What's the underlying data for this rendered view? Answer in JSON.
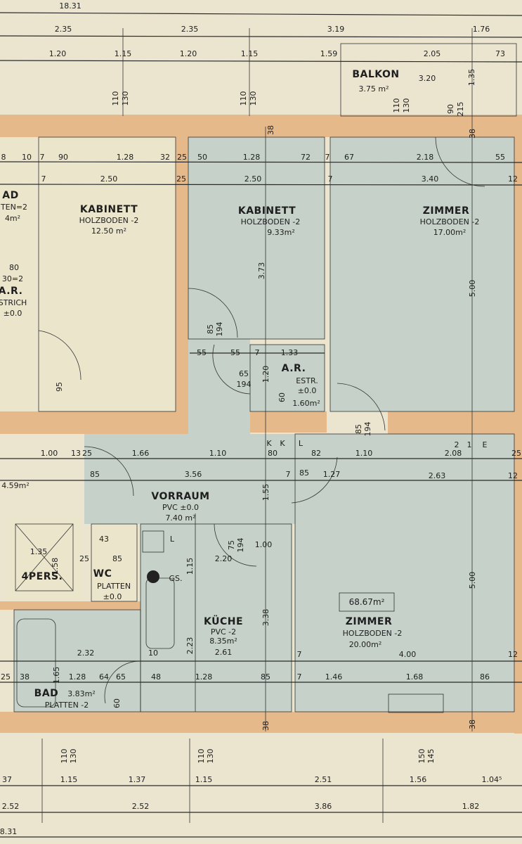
{
  "colors": {
    "paper": "#ebe5d0",
    "wall": "#e6b98b",
    "room_blue": "#c5d1c9",
    "room_cream": "#ebe5cc",
    "ink": "#1e1e1e"
  },
  "rooms": {
    "kabinett_left": {
      "name": "KABINETT",
      "floor": "HOLZBODEN -2",
      "area": "12.50 m²"
    },
    "kabinett_mid": {
      "name": "KABINETT",
      "floor": "HOLZBODEN -2",
      "area": "9.33m²"
    },
    "zimmer_top": {
      "name": "ZIMMER",
      "floor": "HOLZBODEN -2",
      "area": "17.00m²"
    },
    "balkon": {
      "name": "BALKON",
      "area": "3.75 m²"
    },
    "ar_mid": {
      "name": "A.R.",
      "floor": "ESTR.",
      "level": "±0.0",
      "area": "1.60m²"
    },
    "vorraum": {
      "name": "VORRAUM",
      "floor": "PVC ±0.0",
      "area": "7.40 m²"
    },
    "kueche": {
      "name": "KÜCHE",
      "floor": "PVC -2",
      "area": "8.35m²",
      "width": "2.61"
    },
    "zimmer_bottom": {
      "name": "ZIMMER",
      "floor": "HOLZBODEN -2",
      "area": "20.00m²"
    },
    "total": "68.67m²",
    "wc": {
      "name": "WC",
      "floor": "PLATTEN",
      "level": "±0.0"
    },
    "bad": {
      "name": "BAD",
      "area": "3.83m²",
      "floor": "PLATTEN -2"
    },
    "lift": "4PERS.",
    "bad_left": {
      "name": "AD",
      "floor": "TEN=2",
      "area": "4m²"
    },
    "ar_left": {
      "val": "80",
      "v2": "30=2",
      "name": "A.R.",
      "floor": "STRICH",
      "level": "±0.0"
    },
    "area_left": "4.59m²"
  },
  "marks": {
    "gs": "GS.",
    "l1": "L",
    "k1": "K",
    "k2": "K",
    "l2": "L",
    "n2": "2",
    "n1": "1",
    "e": "E"
  },
  "dims": {
    "total_top": "18.31",
    "r1": [
      "2.35",
      "2.35",
      "3.19",
      "1.76"
    ],
    "r2": [
      "1.20",
      "1.15",
      "1.20",
      "1.15",
      "1.59",
      "2.05",
      "73"
    ],
    "balkon": [
      "3.20",
      "1.35"
    ],
    "windows_top": [
      "110",
      "130",
      "110",
      "130",
      "110",
      "130",
      "90",
      "215",
      "38",
      "38"
    ],
    "r3": [
      "8",
      "10",
      "7",
      "90",
      "1.28",
      "32",
      "25",
      "50",
      "1.28",
      "72",
      "7",
      "67",
      "2.18",
      "55"
    ],
    "r4": [
      "7",
      "2.50",
      "25",
      "2.50",
      "7",
      "3.40",
      "12"
    ],
    "v1": [
      "3.73",
      "5.00",
      "85",
      "194"
    ],
    "r5": [
      "55",
      "55",
      "7",
      "1.33",
      "1.20",
      "60",
      "65",
      "194",
      "85",
      "194",
      "95"
    ],
    "r6": [
      "1.00",
      "13",
      "25",
      "1.66",
      "1.10",
      "80",
      "82",
      "1.10",
      "2.08",
      "25"
    ],
    "r7": [
      "85",
      "3.56",
      "1.55",
      "7",
      "85",
      "1.27",
      "2.63",
      "12"
    ],
    "r8": [
      "43",
      "75",
      "194",
      "1.00",
      "1.15",
      "2.20",
      "1.35",
      "1.58",
      "25",
      "85"
    ],
    "r9": [
      "5.00",
      "3.38",
      "2.23",
      "2.32",
      "10",
      "7",
      "4.00",
      "12",
      "1.65"
    ],
    "r10": [
      "25",
      "38",
      "1.28",
      "64",
      "65",
      "48",
      "1.28",
      "85",
      "7",
      "1.46",
      "1.68",
      "86",
      "60"
    ],
    "windows_bottom": [
      "110",
      "130",
      "110",
      "130",
      "150",
      "145",
      "38",
      "38"
    ],
    "r11": [
      "37",
      "1.15",
      "1.37",
      "1.15",
      "2.51",
      "1.56",
      "1.04⁵"
    ],
    "r12": [
      "2.52",
      "2.52",
      "3.86",
      "1.82"
    ],
    "total_bottom": "8.31"
  }
}
